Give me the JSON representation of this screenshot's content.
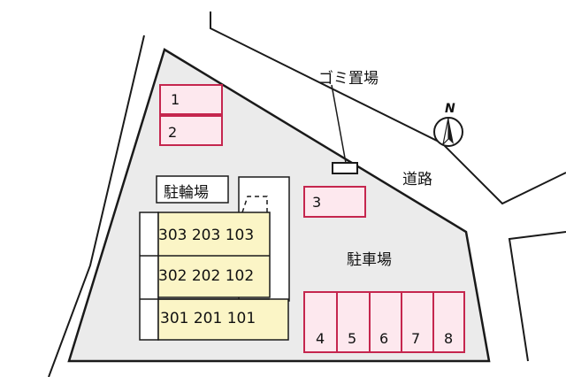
{
  "labels": {
    "garbage": "ゴミ置場",
    "road": "道路",
    "bicycle": "駐輪場",
    "parking": "駐車場",
    "north": "N"
  },
  "units": {
    "row3": "303 203 103",
    "row2": "302 202 102",
    "row1": "301 201 101"
  },
  "stalls": [
    "1",
    "2",
    "3",
    "4",
    "5",
    "6",
    "7",
    "8"
  ],
  "colors": {
    "lot": "#ebebeb",
    "building": "#fbf5c6",
    "stall_fill": "#fde8ee",
    "stall_stroke": "#c5264e",
    "outline": "#1a1a1a"
  }
}
